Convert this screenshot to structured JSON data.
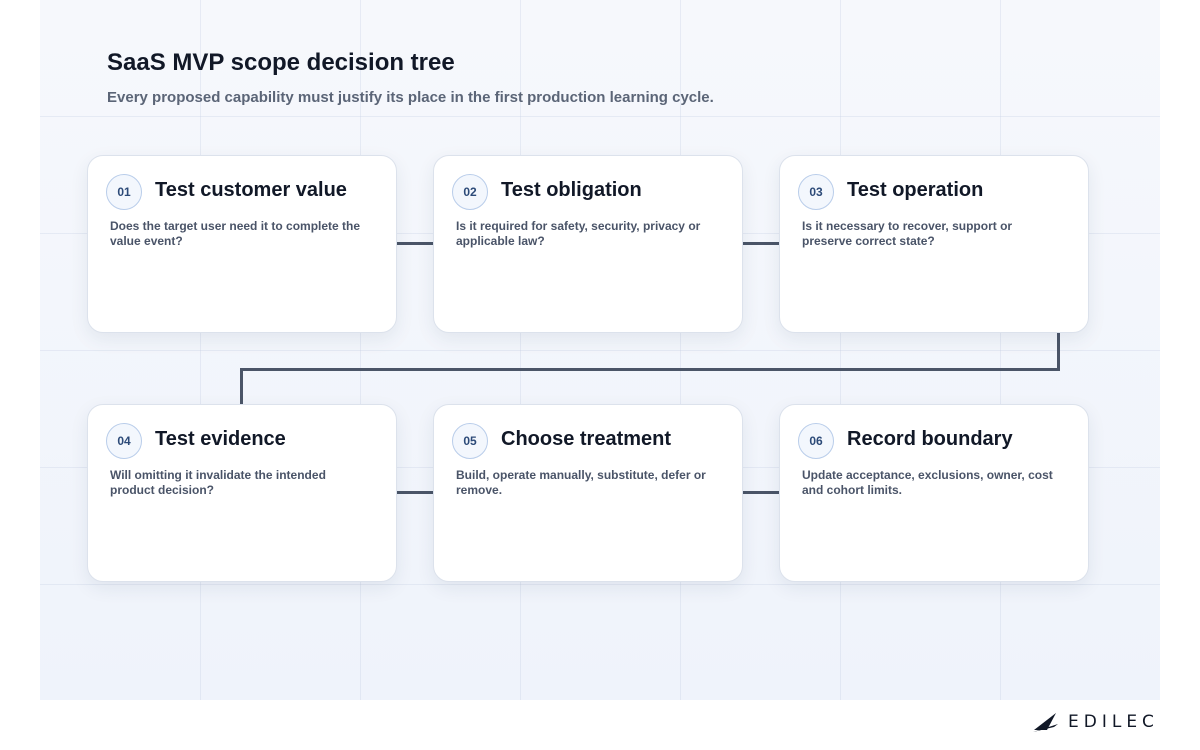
{
  "header": {
    "title": "SaaS MVP scope decision tree",
    "subtitle": "Every proposed capability must justify its place in the first production learning cycle."
  },
  "steps": [
    {
      "number": "01",
      "title": "Test customer value",
      "description": "Does the target user need it to complete the value event?"
    },
    {
      "number": "02",
      "title": "Test obligation",
      "description": "Is it required for safety, security, privacy or applicable law?"
    },
    {
      "number": "03",
      "title": "Test operation",
      "description": "Is it necessary to recover, support or preserve correct state?"
    },
    {
      "number": "04",
      "title": "Test evidence",
      "description": "Will omitting it invalidate the intended product decision?"
    },
    {
      "number": "05",
      "title": "Choose treatment",
      "description": "Build, operate manually, substitute, defer or remove."
    },
    {
      "number": "06",
      "title": "Record boundary",
      "description": "Update acceptance, exclusions, owner, cost and cohort limits."
    }
  ],
  "brand": {
    "logo_text": "EDILEC"
  }
}
